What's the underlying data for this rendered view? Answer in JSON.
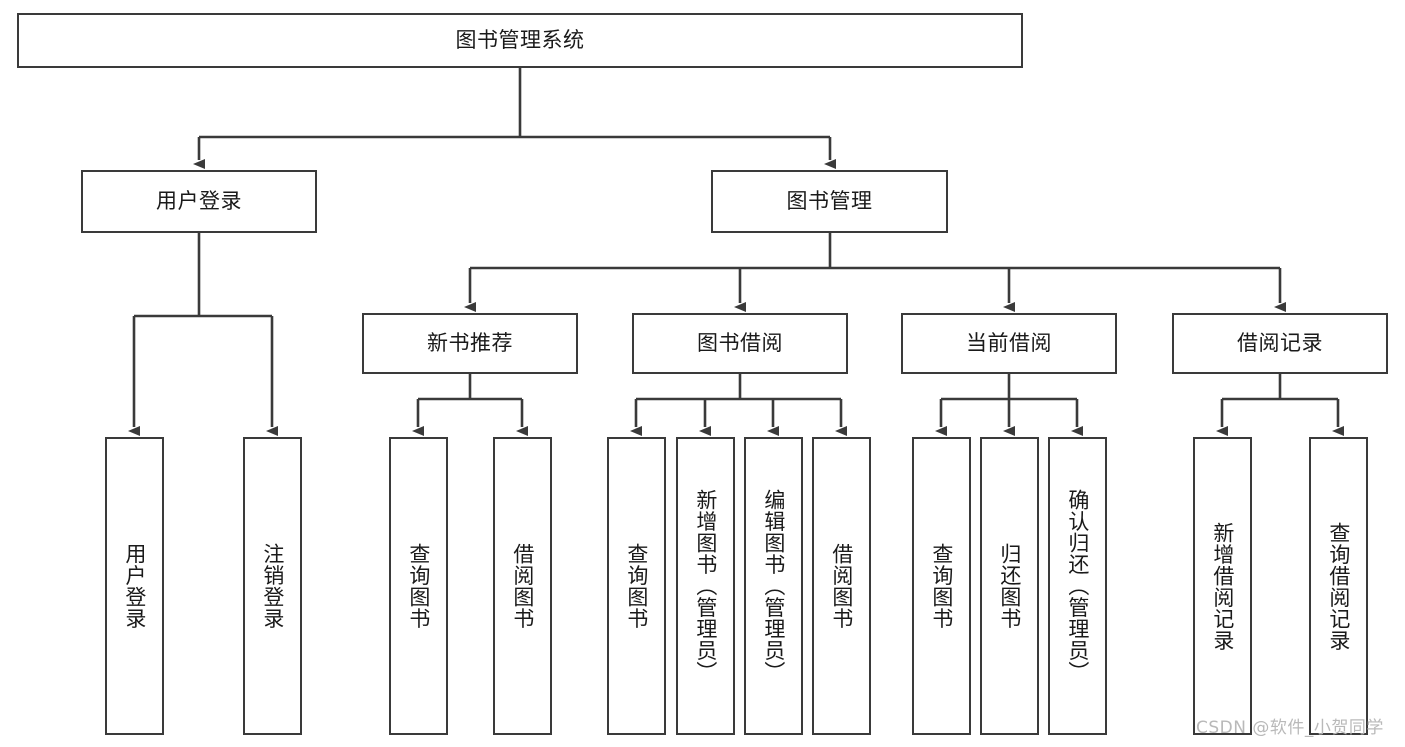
{
  "diagram": {
    "type": "tree-flowchart",
    "orientation": "top-down",
    "root": {
      "id": "root",
      "label": "图书管理系统"
    },
    "level2": [
      {
        "id": "user-login",
        "label": "用户登录"
      },
      {
        "id": "book-manage",
        "label": "图书管理"
      }
    ],
    "level3": [
      {
        "id": "new-book-rec",
        "label": "新书推荐",
        "parent": "book-manage"
      },
      {
        "id": "book-borrow",
        "label": "图书借阅",
        "parent": "book-manage"
      },
      {
        "id": "current-borrow",
        "label": "当前借阅",
        "parent": "book-manage"
      },
      {
        "id": "borrow-record",
        "label": "借阅记录",
        "parent": "book-manage"
      }
    ],
    "leaves": [
      {
        "id": "leaf-user-login",
        "label": "用户登录",
        "parent": "user-login"
      },
      {
        "id": "leaf-logout-login",
        "label": "注销登录",
        "parent": "user-login"
      },
      {
        "id": "leaf-query-book-1",
        "label": "查询图书",
        "parent": "new-book-rec"
      },
      {
        "id": "leaf-borrow-book-1",
        "label": "借阅图书",
        "parent": "new-book-rec"
      },
      {
        "id": "leaf-query-book-2",
        "label": "查询图书",
        "parent": "book-borrow"
      },
      {
        "id": "leaf-add-book",
        "label": "新增图书（管理员）",
        "parent": "book-borrow"
      },
      {
        "id": "leaf-edit-book",
        "label": "编辑图书（管理员）",
        "parent": "book-borrow"
      },
      {
        "id": "leaf-borrow-book-2",
        "label": "借阅图书",
        "parent": "book-borrow"
      },
      {
        "id": "leaf-query-book-3",
        "label": "查询图书",
        "parent": "current-borrow"
      },
      {
        "id": "leaf-return-book",
        "label": "归还图书",
        "parent": "current-borrow"
      },
      {
        "id": "leaf-confirm-return",
        "label": "确认归还（管理员）",
        "parent": "current-borrow"
      },
      {
        "id": "leaf-add-record",
        "label": "新增借阅记录",
        "parent": "borrow-record"
      },
      {
        "id": "leaf-query-record",
        "label": "查询借阅记录",
        "parent": "borrow-record"
      }
    ],
    "colors": {
      "stroke": "#3a3a3a",
      "fill": "#ffffff",
      "text": "#1a1a1a",
      "watermark": "#b9b9b9"
    }
  },
  "watermark": {
    "text": "CSDN @软件_小贺同学"
  }
}
